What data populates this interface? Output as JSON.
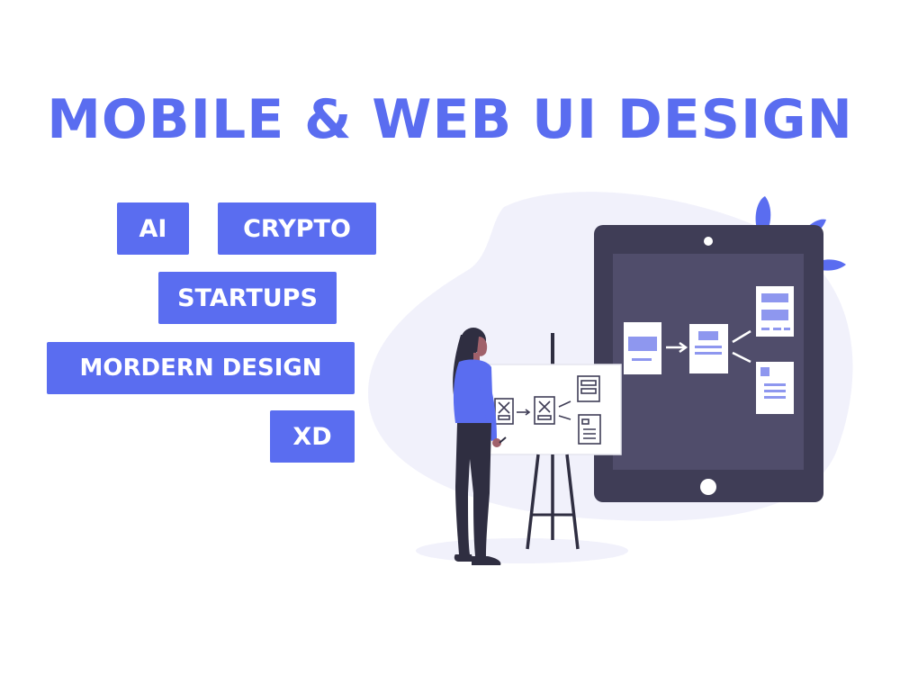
{
  "headline": "MOBILE & WEB UI DESIGN",
  "tags": {
    "ai": "AI",
    "crypto": "CRYPTO",
    "startups": "STARTUPS",
    "modern_design": "MORDERN DESIGN",
    "xd": "XD"
  },
  "colors": {
    "accent": "#5a6df0",
    "tablet": "#3f3d56",
    "blob": "#f1f1fb",
    "figure": "#2f2e41"
  },
  "icons": {
    "illustration": "designer-at-whiteboard-with-tablet-wireframes"
  }
}
